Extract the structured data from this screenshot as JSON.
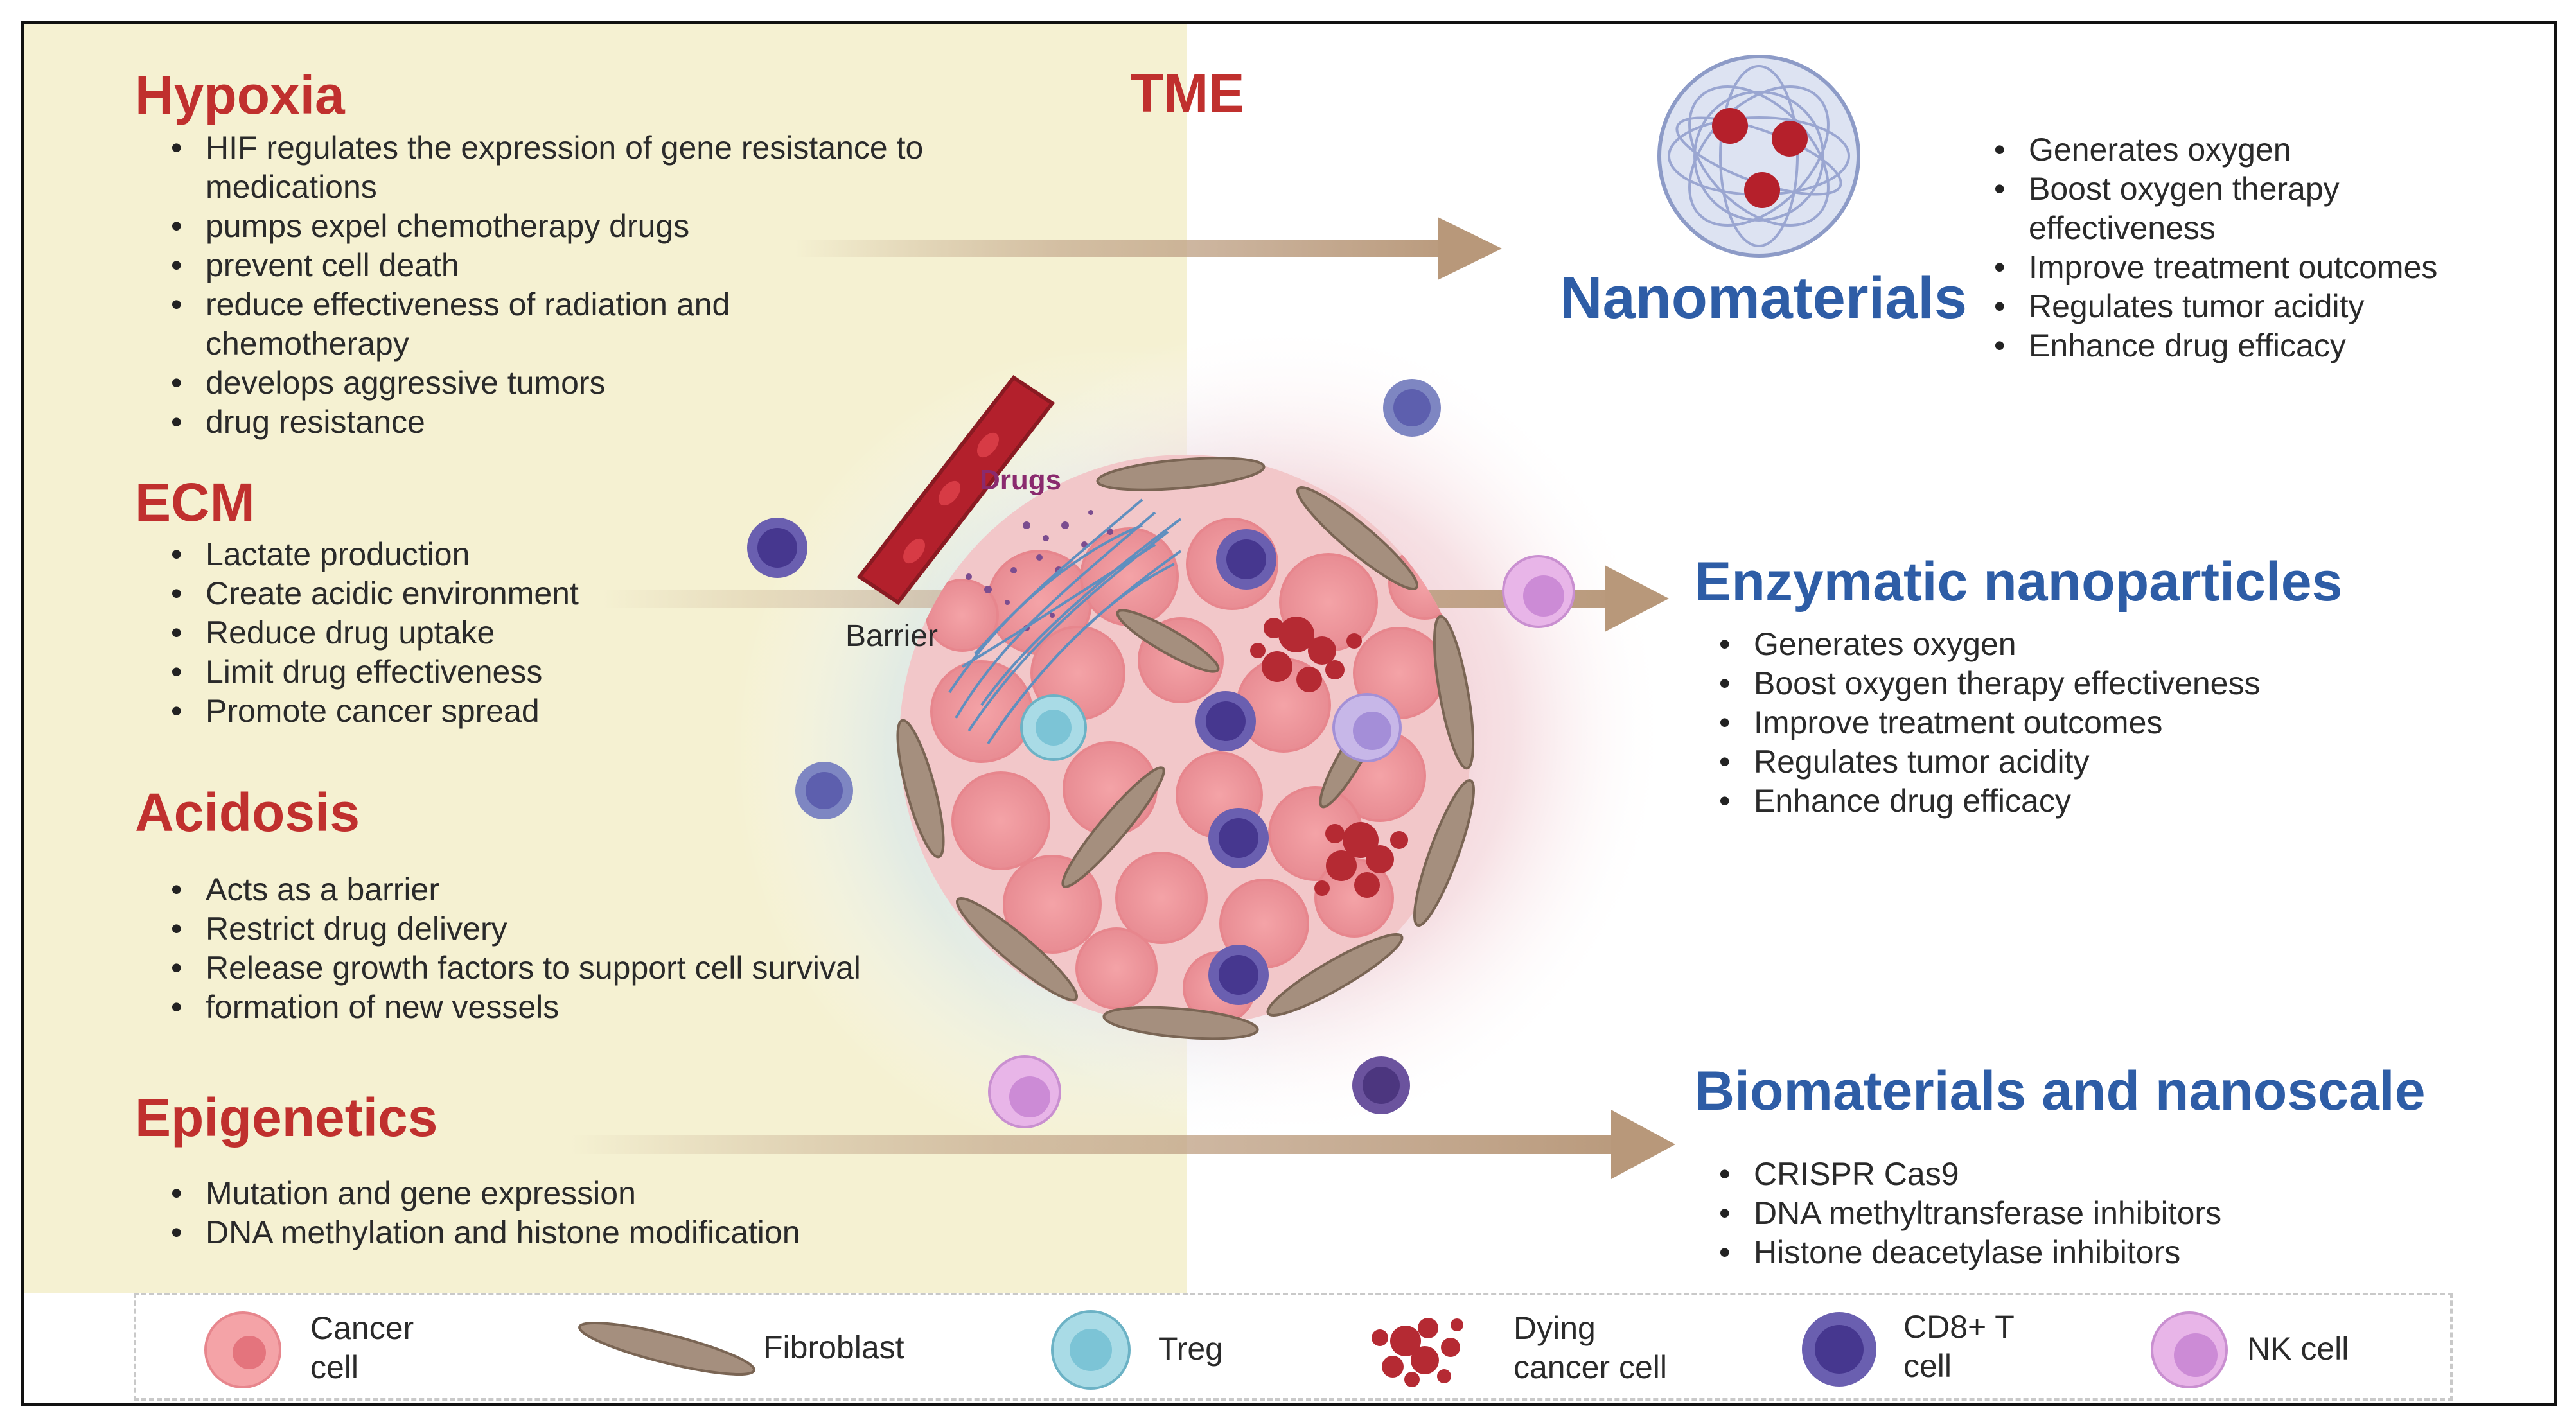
{
  "center_label": "TME",
  "left": {
    "hypoxia": {
      "title": "Hypoxia",
      "items": [
        "HIF regulates the expression of gene resistance to medications",
        "pumps expel chemotherapy drugs",
        "prevent cell death",
        "reduce effectiveness of radiation and chemotherapy",
        "develops aggressive tumors",
        "drug resistance"
      ]
    },
    "ecm": {
      "title": "ECM",
      "items": [
        "Lactate production",
        "Create acidic environment",
        "Reduce drug uptake",
        "Limit drug effectiveness",
        "Promote cancer spread"
      ]
    },
    "acidosis": {
      "title": "Acidosis",
      "items": [
        "Acts as a barrier",
        "Restrict drug delivery",
        "Release growth factors to support cell survival",
        "formation of new vessels"
      ]
    },
    "epigenetics": {
      "title": "Epigenetics",
      "items": [
        "Mutation and gene expression",
        "DNA methylation and histone modification"
      ]
    }
  },
  "right": {
    "nanomaterials": {
      "title": "Nanomaterials",
      "items": [
        "Generates oxygen",
        "Boost oxygen therapy effectiveness",
        "Improve treatment outcomes",
        "Regulates tumor acidity",
        "Enhance drug efficacy"
      ]
    },
    "enzymatic": {
      "title": "Enzymatic nanoparticles",
      "items": [
        "Generates oxygen",
        "Boost oxygen therapy effectiveness",
        "Improve treatment outcomes",
        "Regulates tumor acidity",
        "Enhance drug efficacy"
      ]
    },
    "biomaterials": {
      "title": "Biomaterials and nanoscale",
      "items": [
        "CRISPR Cas9",
        "DNA methyltransferase inhibitors",
        "Histone deacetylase inhibitors"
      ]
    }
  },
  "tumor": {
    "drugs_label": "Drugs",
    "barrier_label": "Barrier"
  },
  "legend": {
    "cancer_cell": "Cancer\ncell",
    "fibroblast": "Fibroblast",
    "treg": "Treg",
    "dying": "Dying\ncancer cell",
    "cd8": "CD8+ T\ncell",
    "nk": "NK cell"
  },
  "colors": {
    "title_red": "#c0302e",
    "title_blue": "#2e5da6",
    "left_panel": "#f5f1d2",
    "arrow": "#b8987a"
  }
}
